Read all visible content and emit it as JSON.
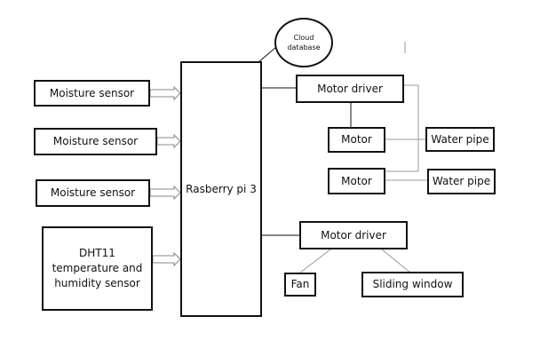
{
  "diagram": {
    "sensors": [
      {
        "label": "Moisture sensor"
      },
      {
        "label": "Moisture sensor"
      },
      {
        "label": "Moisture sensor"
      },
      {
        "label": "DHT11\ntemperature and\nhumidity sensor"
      }
    ],
    "controller": {
      "label": "Rasberry pi 3"
    },
    "cloud": {
      "label": "Cloud\ndatabase"
    },
    "motor_drivers": [
      {
        "label": "Motor driver"
      },
      {
        "label": "Motor driver"
      }
    ],
    "motors": [
      {
        "label": "Motor"
      },
      {
        "label": "Motor"
      }
    ],
    "water_pipes": [
      {
        "label": "Water pipe"
      },
      {
        "label": "Water pipe"
      }
    ],
    "fan": {
      "label": "Fan"
    },
    "sliding_window": {
      "label": "Sliding window"
    },
    "colors": {
      "line": "#111111",
      "arrow_outline": "#888888",
      "background": "#ffffff"
    }
  }
}
